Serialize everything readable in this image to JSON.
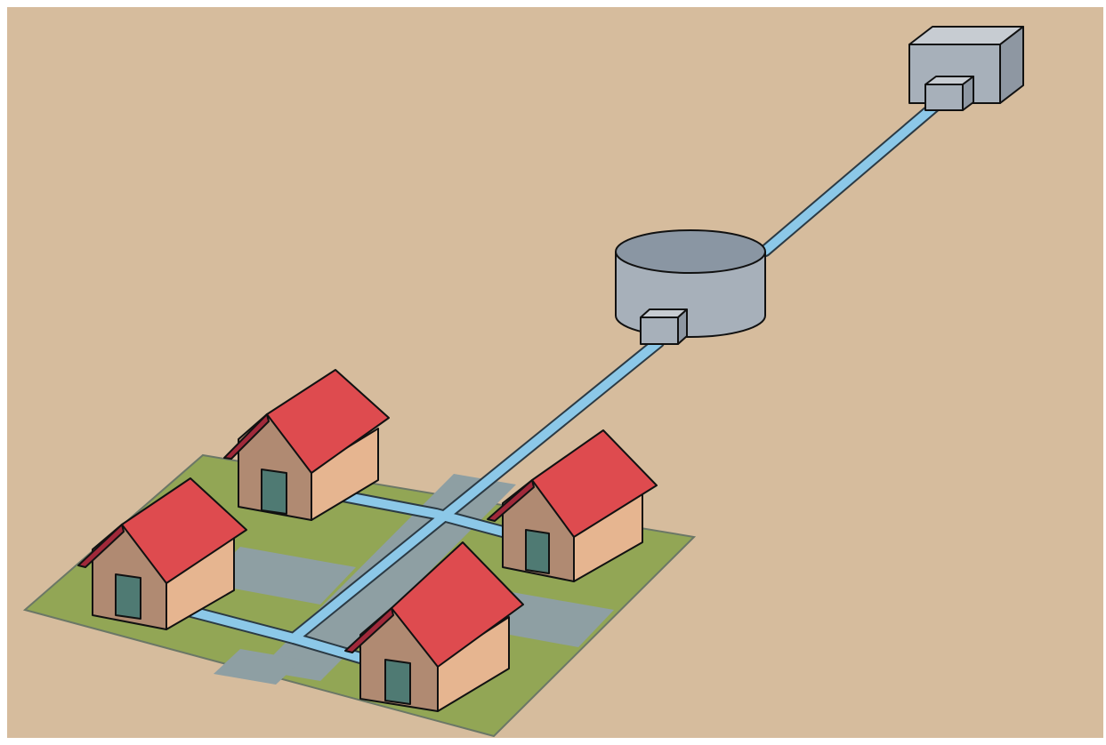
{
  "diagram": {
    "subject": "water-distribution",
    "components": [
      {
        "id": "water-source",
        "icon": "source-box-icon"
      },
      {
        "id": "storage-tank",
        "icon": "cylindrical-tank-icon"
      },
      {
        "id": "houses",
        "count": 4,
        "icon": "house-icon"
      }
    ]
  },
  "colors": {
    "background": "#d6bc9d",
    "grass": "#92a655",
    "pavement": "#8e9fa3",
    "pipe": "#8cc8e8",
    "structure": "#a7b0ba",
    "roof": "#de4b4f",
    "wall_front": "#b08a72",
    "wall_side": "#e6b590",
    "door": "#4f7a73"
  }
}
